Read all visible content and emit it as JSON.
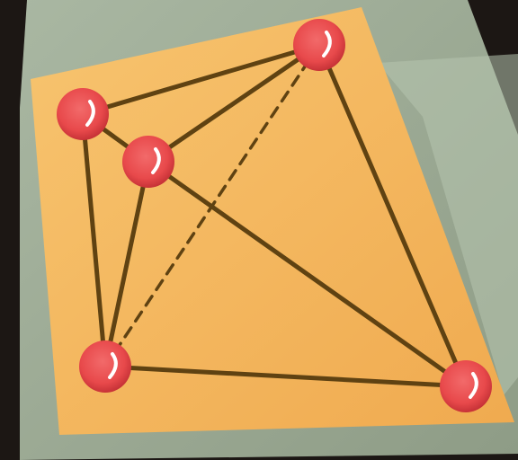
{
  "scene": {
    "subject": "photo",
    "colors": {
      "backdrop": "#1c1714",
      "board": "#9aa892",
      "board_light": "#b7c4ae",
      "card": "#f2b25a",
      "card_light": "#f7c46f",
      "edge": "#5f4212",
      "vertex": "#e8494b",
      "vertex_highlight": "#ffffff"
    }
  },
  "vertices": [
    {
      "id": "A"
    },
    {
      "id": "B"
    },
    {
      "id": "C"
    },
    {
      "id": "D"
    },
    {
      "id": "E"
    }
  ],
  "edges": [
    {
      "from": "A",
      "to": "B",
      "style": "solid"
    },
    {
      "from": "A",
      "to": "C",
      "style": "solid"
    },
    {
      "from": "A",
      "to": "E",
      "style": "solid"
    },
    {
      "from": "A",
      "to": "D",
      "style": "dashed"
    },
    {
      "from": "B",
      "to": "C",
      "style": "solid"
    },
    {
      "from": "B",
      "to": "D",
      "style": "solid"
    },
    {
      "from": "C",
      "to": "D",
      "style": "solid"
    },
    {
      "from": "C",
      "to": "E",
      "style": "solid"
    },
    {
      "from": "D",
      "to": "E",
      "style": "solid"
    }
  ]
}
